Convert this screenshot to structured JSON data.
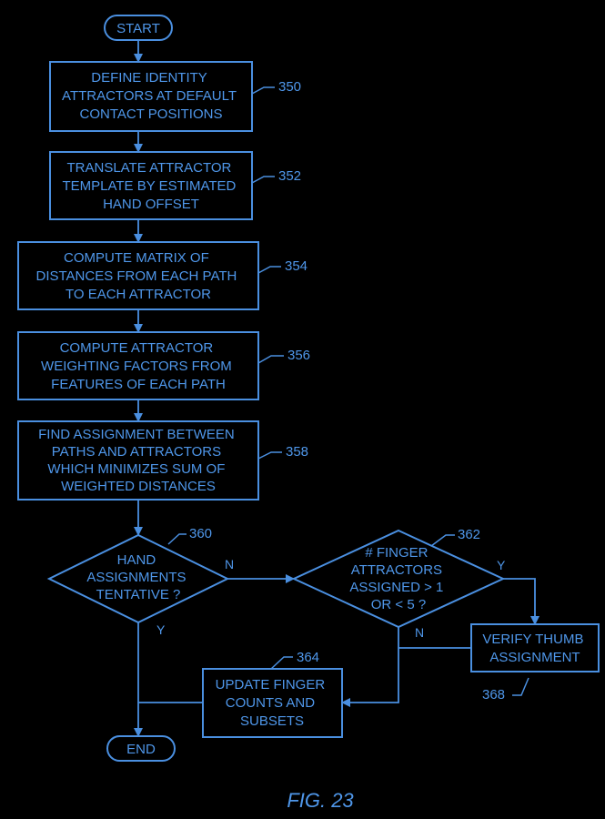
{
  "flowchart": {
    "start": "START",
    "end": "END",
    "steps": [
      {
        "lines": [
          "DEFINE IDENTITY",
          "ATTRACTORS AT DEFAULT",
          "CONTACT POSITIONS"
        ],
        "ref": "350"
      },
      {
        "lines": [
          "TRANSLATE ATTRACTOR",
          "TEMPLATE BY ESTIMATED",
          "HAND OFFSET"
        ],
        "ref": "352"
      },
      {
        "lines": [
          "COMPUTE MATRIX OF",
          "DISTANCES FROM EACH PATH",
          "TO EACH ATTRACTOR"
        ],
        "ref": "354"
      },
      {
        "lines": [
          "COMPUTE ATTRACTOR",
          "WEIGHTING FACTORS FROM",
          "FEATURES OF EACH PATH"
        ],
        "ref": "356"
      },
      {
        "lines": [
          "FIND ASSIGNMENT BETWEEN",
          "PATHS AND ATTRACTORS",
          "WHICH MINIMIZES SUM OF",
          "WEIGHTED DISTANCES"
        ],
        "ref": "358"
      }
    ],
    "decisions": [
      {
        "lines": [
          "HAND",
          "ASSIGNMENTS",
          "TENTATIVE ?"
        ],
        "ref": "360",
        "yes": "Y",
        "no": "N"
      },
      {
        "lines": [
          "# FINGER",
          "ATTRACTORS",
          "ASSIGNED > 1",
          "OR < 5 ?"
        ],
        "ref": "362",
        "yes": "Y",
        "no": "N"
      }
    ],
    "update": {
      "lines": [
        "UPDATE FINGER",
        "COUNTS AND",
        "SUBSETS"
      ],
      "ref": "364"
    },
    "verify": {
      "lines": [
        "VERIFY THUMB",
        "ASSIGNMENT"
      ],
      "ref": "368"
    }
  },
  "figure_label": "FIG. 23",
  "colors": {
    "line": "#4a8fe0",
    "text": "#4f97ea",
    "background": "#000000"
  }
}
